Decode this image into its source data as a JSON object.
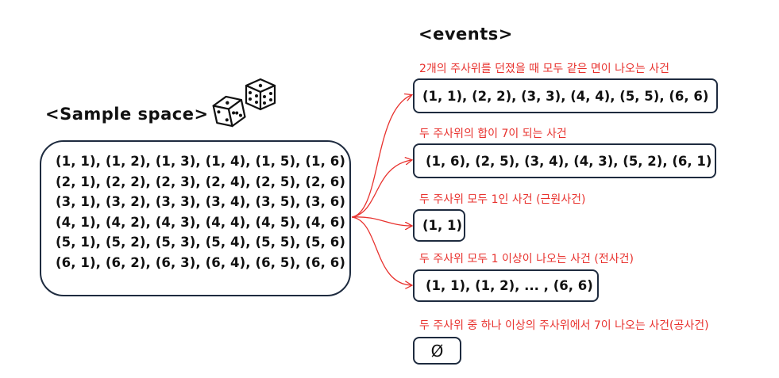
{
  "sample_space": {
    "title": "<Sample space>",
    "rows": [
      "(1, 1), (1, 2), (1, 3), (1, 4), (1, 5), (1, 6)",
      "(2, 1), (2, 2), (2, 3), (2, 4), (2, 5), (2, 6)",
      "(3, 1), (3, 2), (3, 3), (3, 4), (3, 5), (3, 6)",
      "(4, 1), (4, 2), (4, 3), (4, 4), (4, 5), (4, 6)",
      "(5, 1), (5, 2), (5, 3), (5, 4), (5, 5), (5, 6)",
      "(6, 1), (6, 2), (6, 3), (6, 4), (6, 5), (6, 6)"
    ]
  },
  "events": {
    "title": "<events>",
    "items": [
      {
        "label": "2개의 주사위를 던졌을 때 모두 같은 면이 나오는 사건",
        "value": "(1, 1), (2, 2), (3, 3), (4, 4), (5, 5), (6, 6)"
      },
      {
        "label": "두 주사위의 합이 7이 되는 사건",
        "value": "(1, 6), (2, 5), (3, 4), (4, 3), (5, 2), (6, 1)"
      },
      {
        "label": "두 주사위 모두 1인 사건 (근원사건)",
        "value": "(1, 1)"
      },
      {
        "label": "두 주사위 모두 1 이상이 나오는 사건 (전사건)",
        "value": "(1, 1), (1, 2), ... , (6, 6)"
      },
      {
        "label": "두 주사위 중 하나 이상의 주사위에서 7이 나오는 사건(공사건)",
        "value": "Ø"
      }
    ]
  },
  "colors": {
    "accent": "#e8322e",
    "border": "#1e2b3f"
  },
  "icons": [
    "dice-icon"
  ]
}
